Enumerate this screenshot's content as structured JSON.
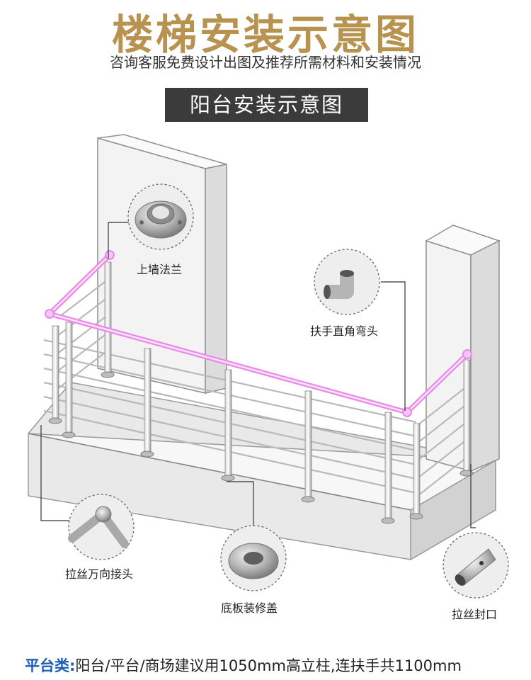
{
  "header": {
    "title": "楼梯安装示意图",
    "subtitle": "咨询客服免费设计出图及推荐所需材料和安装情况",
    "banner": "阳台安装示意图"
  },
  "callouts": [
    {
      "id": "wall-flange",
      "label": "上墙法兰"
    },
    {
      "id": "handrail-elbow",
      "label": "扶手直角弯头"
    },
    {
      "id": "cable-joint",
      "label": "拉丝万向接头"
    },
    {
      "id": "base-cover",
      "label": "底板装修盖"
    },
    {
      "id": "cable-end-cap",
      "label": "拉丝封口"
    }
  ],
  "footer": {
    "category": "平台类:",
    "text": "阳台/平台/商场建议用1050mm高立柱,连扶手共1100mm"
  },
  "colors": {
    "title": "#b8924f",
    "banner_bg": "#3b3b3b",
    "handrail": "#e88ae8",
    "footer_category": "#1c5fb3"
  }
}
